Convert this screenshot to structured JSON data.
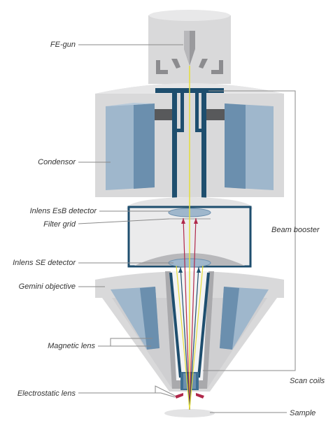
{
  "labels": {
    "fe_gun": "FE-gun",
    "condensor": "Condensor",
    "inlens_esb": "Inlens EsB detector",
    "filter_grid": "Filter grid",
    "inlens_se": "Inlens SE detector",
    "gemini_objective": "Gemini objective",
    "magnetic_lens": "Magnetic lens",
    "electrostatic_lens": "Electrostatic lens",
    "beam_booster": "Beam booster",
    "scan_coils": "Scan coils",
    "sample": "Sample"
  },
  "colors": {
    "housing_light": "#e7e7e8",
    "housing": "#d9d9da",
    "housing_dark": "#c8c8ca",
    "steel_blue": "#6b8fae",
    "steel_blue_light": "#9fb7cc",
    "navy": "#1e4e6e",
    "dark_bar": "#58595b",
    "beam_yellow": "#e6de3a",
    "beam_red": "#b0284a",
    "leader": "#8a8a8a"
  }
}
